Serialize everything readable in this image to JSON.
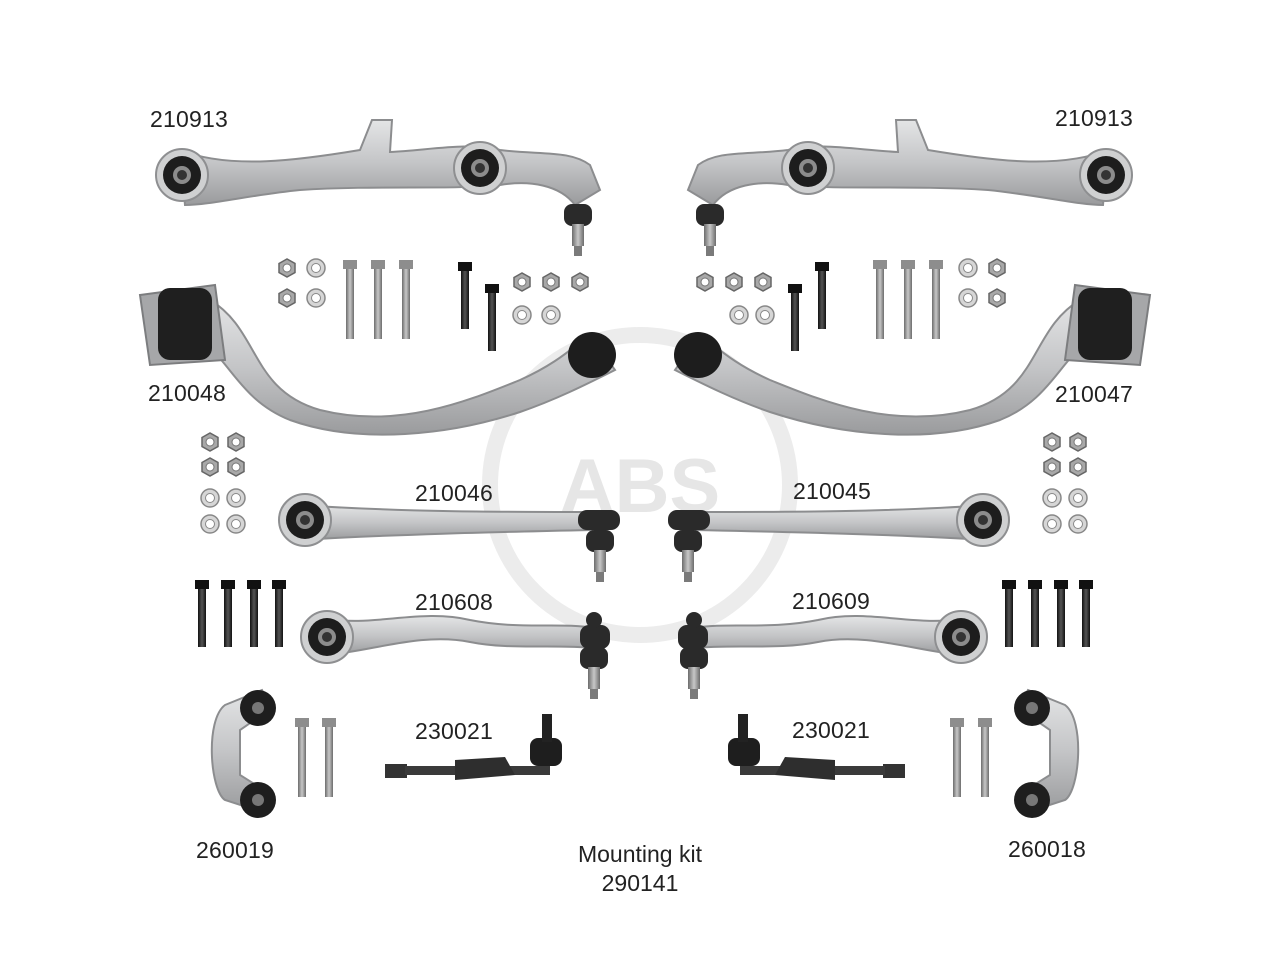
{
  "labels": {
    "top_left": "210913",
    "top_right": "210913",
    "mid_left": "210048",
    "mid_right": "210047",
    "link_left": "210046",
    "link_right": "210045",
    "lower_left": "210608",
    "lower_right": "210609",
    "tie_left": "230021",
    "tie_right": "230021",
    "stab_left": "260019",
    "stab_right": "260018"
  },
  "caption": {
    "line1": "Mounting kit",
    "line2": "290141"
  },
  "brand": {
    "watermark": "ABS",
    "watermark_color": "#e6e6e6"
  },
  "colors": {
    "aluminium": "#c9cacb",
    "aluminium_dark": "#9c9d9f",
    "bushing": "#1e1e1e",
    "steel": "#8a8a8a"
  }
}
